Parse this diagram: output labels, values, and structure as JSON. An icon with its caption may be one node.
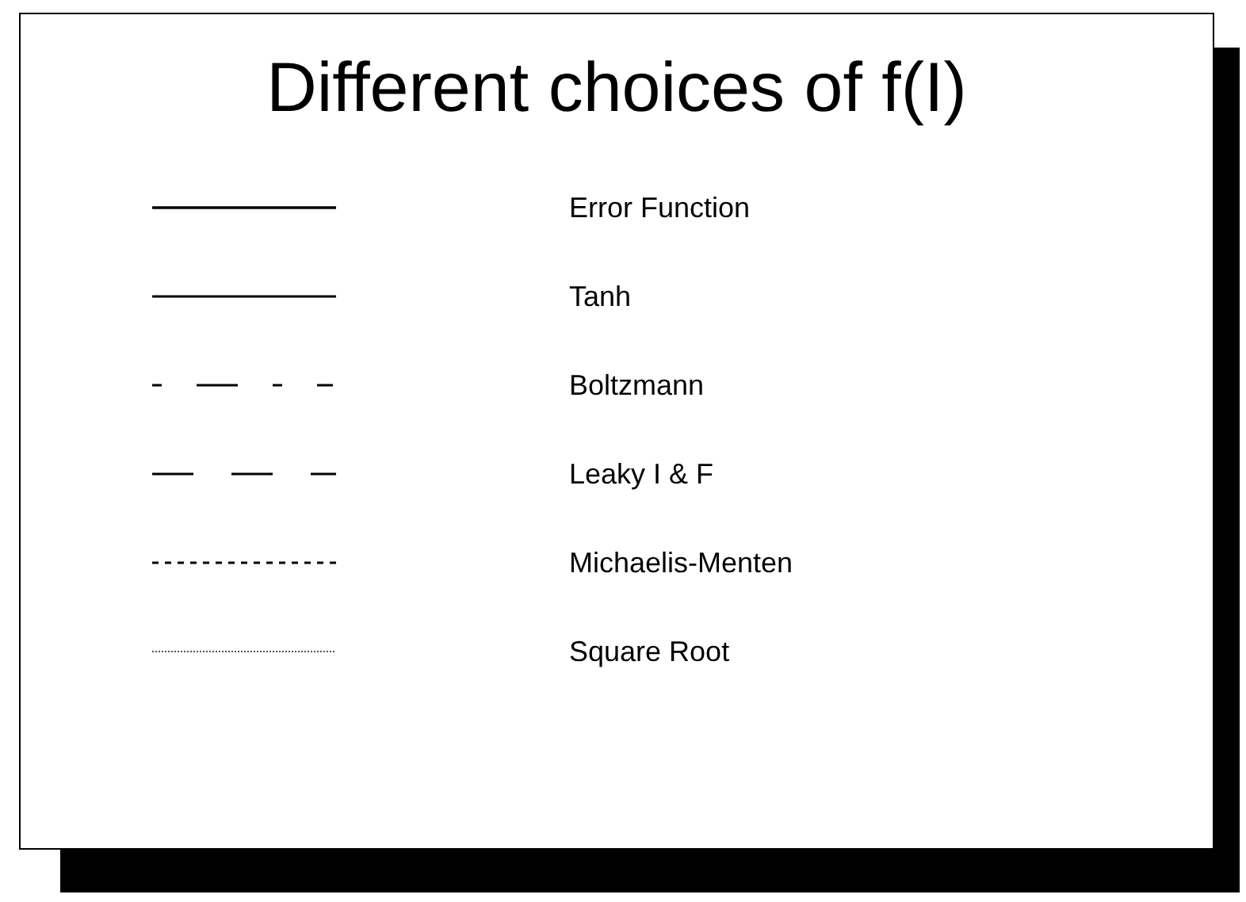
{
  "diagram": {
    "title": "Different choices of f(I)",
    "legend": [
      {
        "text": "Error Function"
      },
      {
        "text": "Tanh"
      },
      {
        "text": "Boltzmann"
      },
      {
        "text": "Leaky I & F"
      },
      {
        "text": "Michaelis-Menten"
      },
      {
        "text": "Square Root"
      }
    ]
  }
}
